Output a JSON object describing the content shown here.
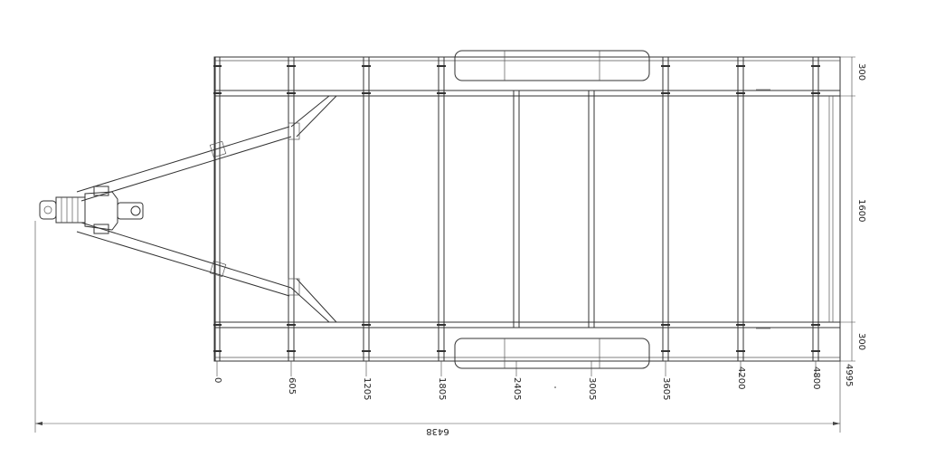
{
  "drawing": {
    "x_stations": [
      "0",
      "605",
      "1205",
      "1805",
      "2405",
      "3005",
      "3605",
      "4200",
      "4800"
    ],
    "end_station": "4995",
    "overall_length": "6438",
    "right_dims": [
      "300",
      "1600",
      "300"
    ]
  }
}
